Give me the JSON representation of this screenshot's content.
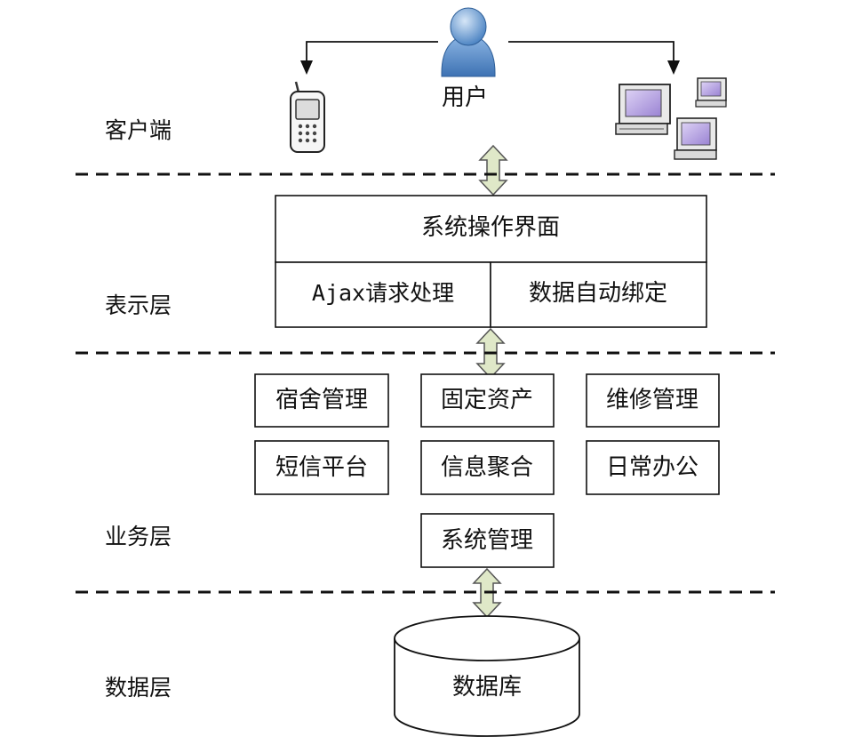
{
  "layers": {
    "client": "客户端",
    "presentation": "表示层",
    "business": "业务层",
    "data": "数据层"
  },
  "client": {
    "user_label": "用户",
    "user_icon": "user-icon",
    "phone_icon": "mobile-phone-icon",
    "pc_icon": "computer-network-icon"
  },
  "presentation": {
    "ui_label": "系统操作界面",
    "ajax_label": "Ajax请求处理",
    "binding_label": "数据自动绑定"
  },
  "business": {
    "modules": [
      "宿舍管理",
      "固定资产",
      "维修管理",
      "短信平台",
      "信息聚合",
      "日常办公",
      "系统管理"
    ]
  },
  "data": {
    "database_label": "数据库"
  },
  "colors": {
    "arrow_fill": "#dfe8c8",
    "person_blue": "#6e9fd4",
    "screen_purple": "#b9a6e0"
  }
}
